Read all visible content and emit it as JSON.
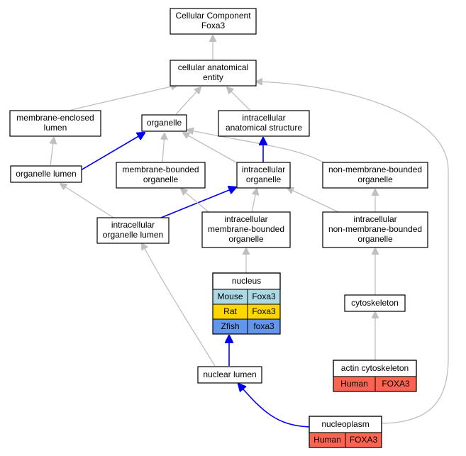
{
  "nodes": {
    "root": {
      "lines": [
        "Cellular Component",
        "Foxa3"
      ]
    },
    "cae": {
      "lines": [
        "cellular anatomical",
        "entity"
      ]
    },
    "mel": {
      "lines": [
        "membrane-enclosed",
        "lumen"
      ]
    },
    "organelle": {
      "lines": [
        "organelle"
      ]
    },
    "ias": {
      "lines": [
        "intracellular",
        "anatomical structure"
      ]
    },
    "orglumen": {
      "lines": [
        "organelle lumen"
      ]
    },
    "mbo": {
      "lines": [
        "membrane-bounded",
        "organelle"
      ]
    },
    "io": {
      "lines": [
        "intracellular",
        "organelle"
      ]
    },
    "nmbo": {
      "lines": [
        "non-membrane-bounded",
        "organelle"
      ]
    },
    "iol": {
      "lines": [
        "intracellular",
        "organelle lumen"
      ]
    },
    "imbo": {
      "lines": [
        "intracellular",
        "membrane-bounded",
        "organelle"
      ]
    },
    "inmbo": {
      "lines": [
        "intracellular",
        "non-membrane-bounded",
        "organelle"
      ]
    },
    "nucleus": {
      "lines": [
        "nucleus"
      ],
      "rows": [
        {
          "species": "Mouse",
          "gene": "Foxa3",
          "color": "#add8e6"
        },
        {
          "species": "Rat",
          "gene": "Foxa3",
          "color": "#ffd700"
        },
        {
          "species": "Zfish",
          "gene": "foxa3",
          "color": "#6495ed"
        }
      ]
    },
    "cytoskeleton": {
      "lines": [
        "cytoskeleton"
      ]
    },
    "actin": {
      "lines": [
        "actin cytoskeleton"
      ],
      "rows": [
        {
          "species": "Human",
          "gene": "FOXA3",
          "color": "#fa6450"
        }
      ]
    },
    "nuclumen": {
      "lines": [
        "nuclear lumen"
      ]
    },
    "nucleoplasm": {
      "lines": [
        "nucleoplasm"
      ],
      "rows": [
        {
          "species": "Human",
          "gene": "FOXA3",
          "color": "#fa6450"
        }
      ]
    }
  },
  "colors": {
    "gray_edge": "#bfbfbf",
    "blue_edge": "#0000ee"
  }
}
